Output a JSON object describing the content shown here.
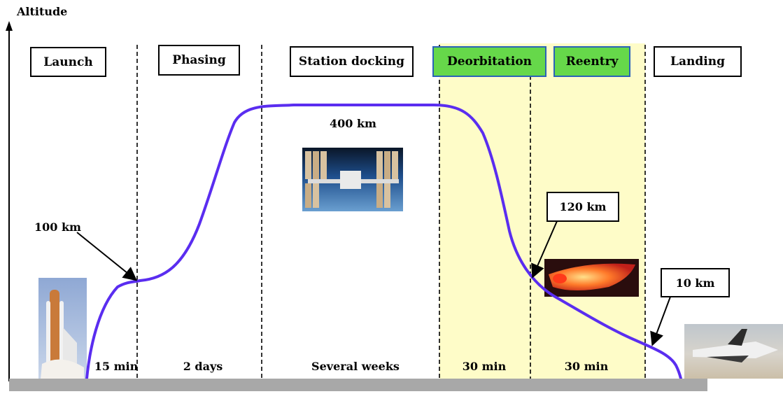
{
  "axis": {
    "y_label": "Altitude"
  },
  "phases": [
    {
      "label": "Launch",
      "duration": "15 min"
    },
    {
      "label": "Phasing",
      "duration": "2 days"
    },
    {
      "label": "Station docking",
      "duration": "Several weeks"
    },
    {
      "label": "Deorbitation",
      "duration": "30 min",
      "highlighted": true
    },
    {
      "label": "Reentry",
      "duration": "30 min",
      "highlighted": true
    },
    {
      "label": "Landing",
      "duration": ""
    }
  ],
  "annotations": {
    "launch_altitude": "100 km",
    "orbit_altitude": "400 km",
    "reentry_altitude": "120 km",
    "landing_altitude": "10 km"
  },
  "images": {
    "launch": "shuttle-launch-photo",
    "station": "space-station-photo",
    "reentry": "reentry-plasma-photo",
    "landing": "shuttle-landing-photo"
  },
  "colors": {
    "trajectory": "#5a2df0",
    "highlight_band": "#fefcc8",
    "phase_box_highlight": "#66d84a",
    "phase_box_highlight_border": "#2a62b8",
    "ground": "#a8a8a8"
  }
}
